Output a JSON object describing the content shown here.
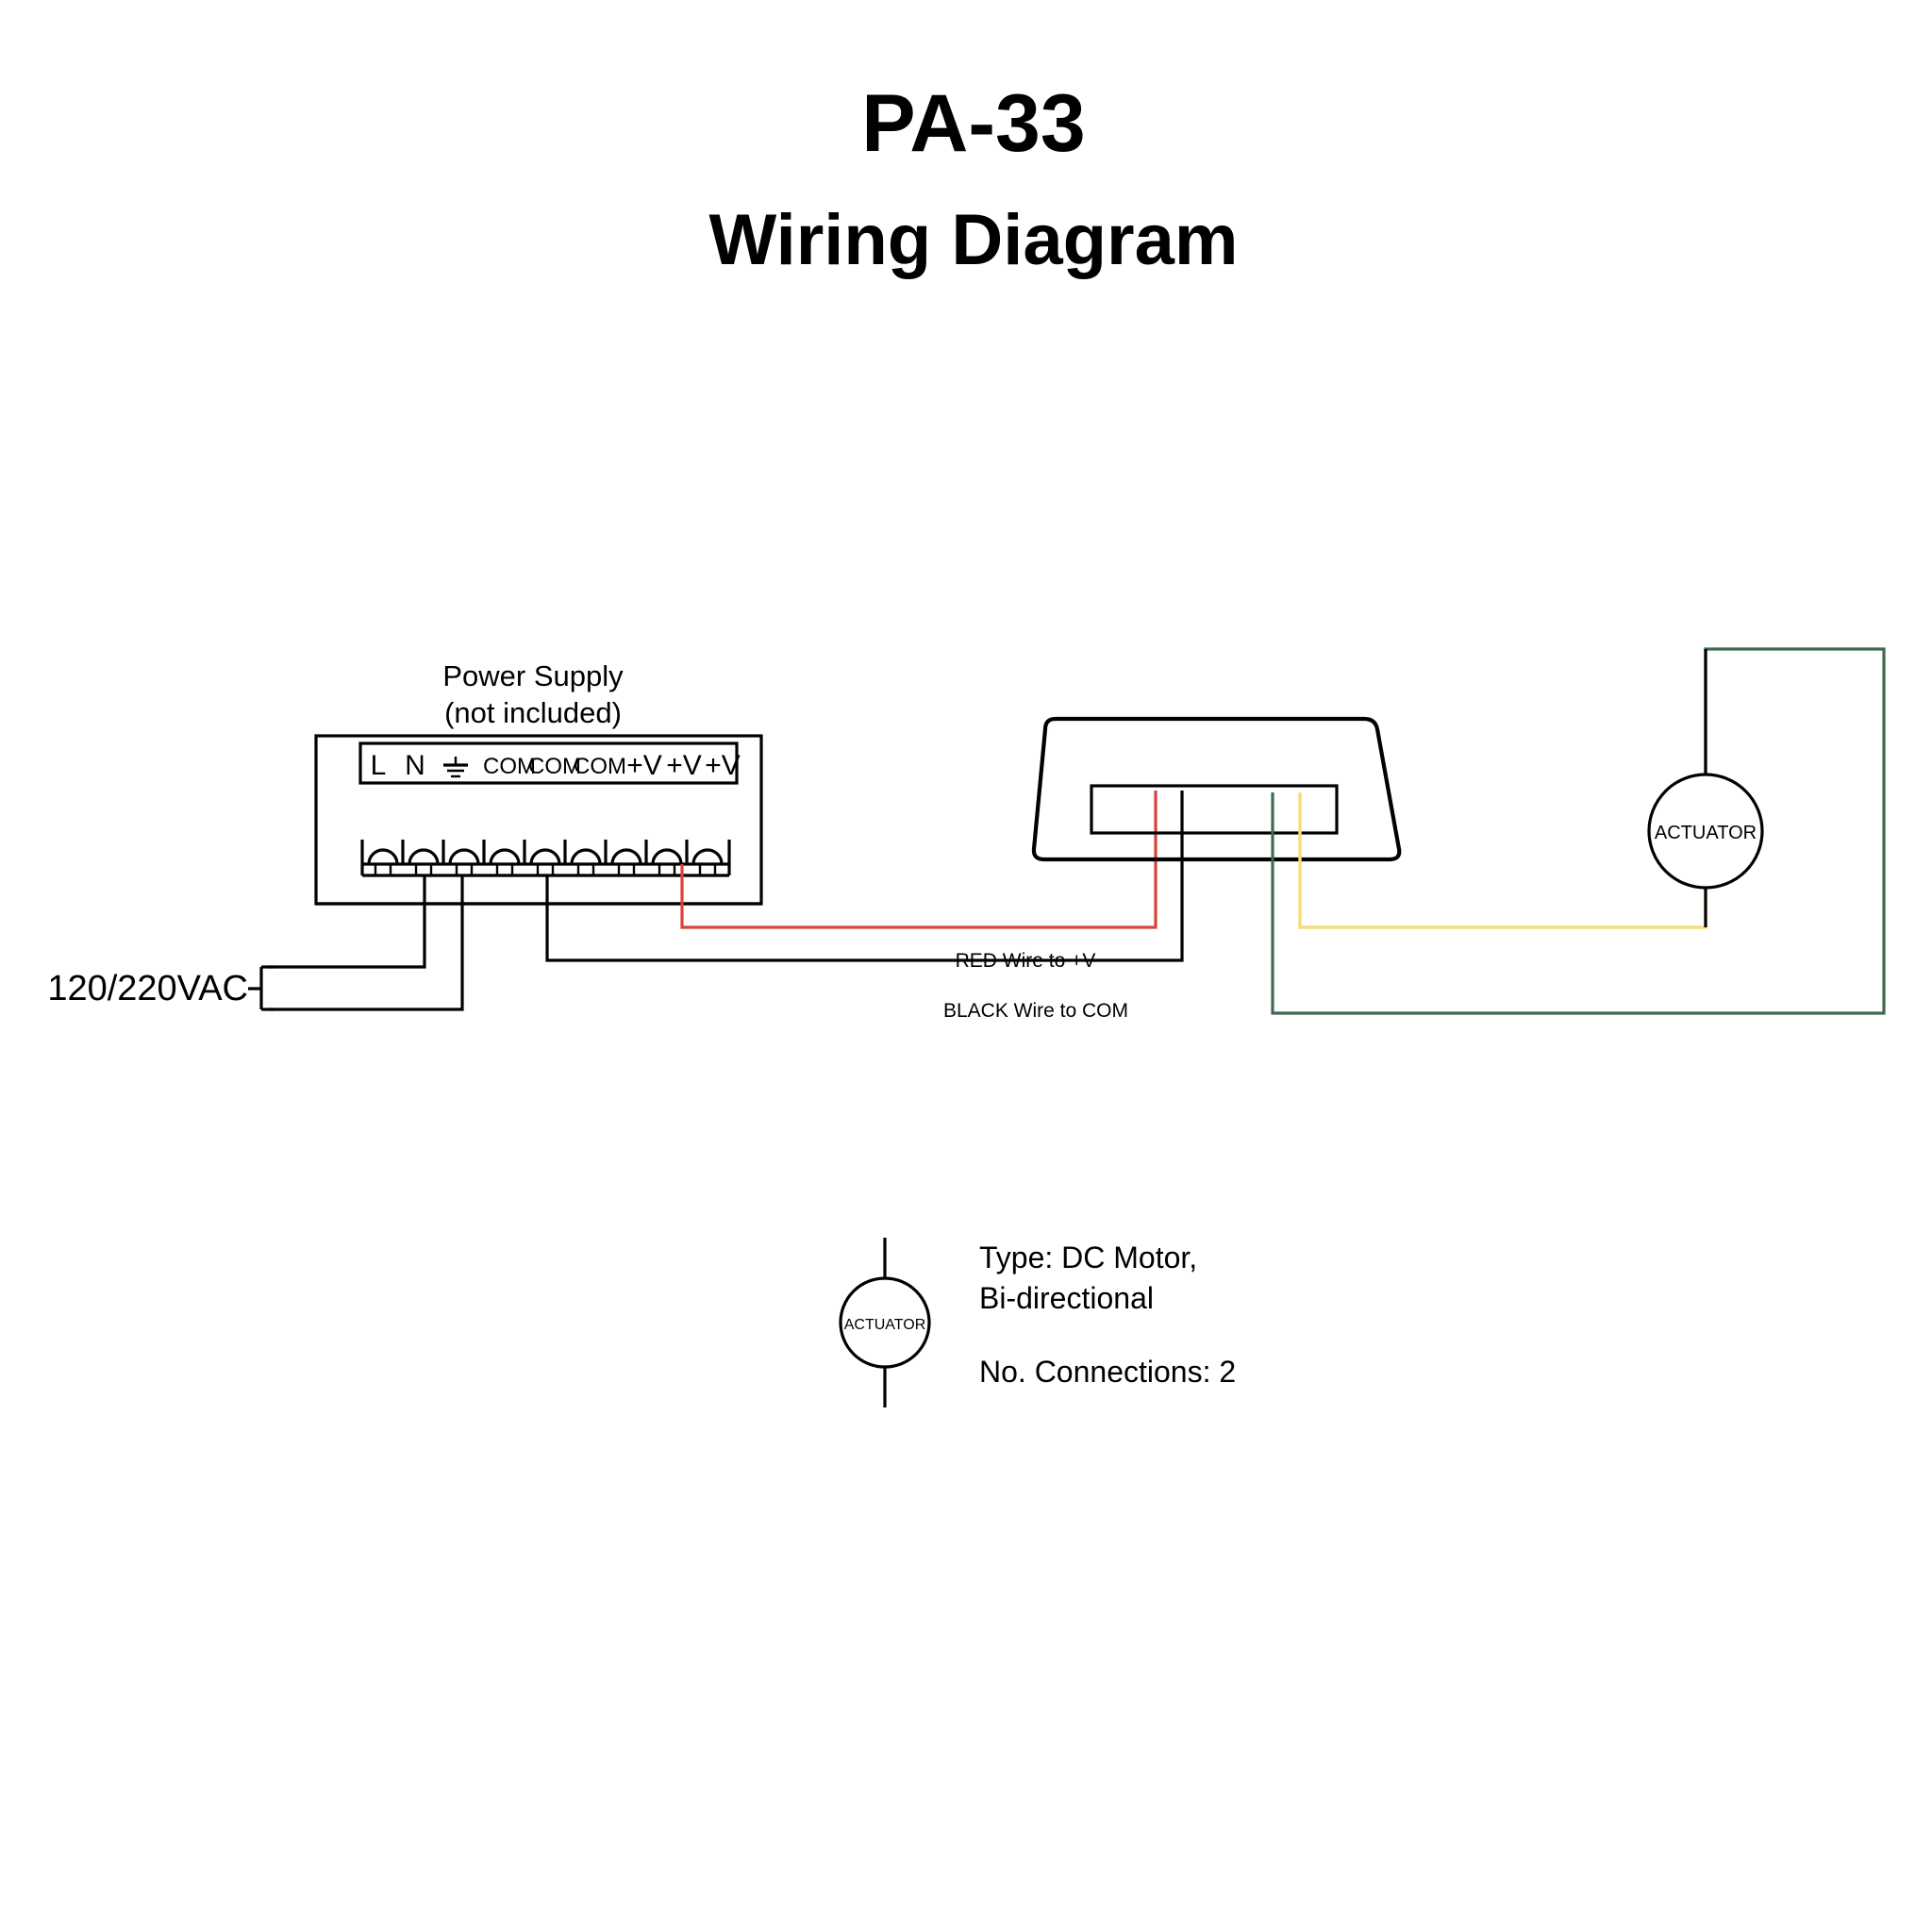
{
  "title": {
    "line1": "PA-33",
    "line2": "Wiring Diagram"
  },
  "power_supply": {
    "label_line1": "Power Supply",
    "label_line2": "(not included)",
    "terminals": [
      {
        "label": "L",
        "size": "big"
      },
      {
        "label": "N",
        "size": "big"
      },
      {
        "label": "earth-ground-symbol",
        "size": "symbol"
      },
      {
        "label": "COM",
        "size": "small"
      },
      {
        "label": "COM",
        "size": "small"
      },
      {
        "label": "COM",
        "size": "small"
      },
      {
        "label": "+V",
        "size": "big"
      },
      {
        "label": "+V",
        "size": "big"
      },
      {
        "label": "+V",
        "size": "big"
      }
    ],
    "terminal_count": 9
  },
  "ac_input": {
    "label": "120/220VAC"
  },
  "wire_labels": {
    "red": "RED Wire to +V",
    "black": "BLACK Wire to COM"
  },
  "actuator": {
    "label": "ACTUATOR"
  },
  "legend": {
    "symbol_label": "ACTUATOR",
    "type_line1": "Type: DC Motor,",
    "type_line2": "Bi-directional",
    "connections": "No. Connections: 2"
  },
  "colors": {
    "wire_red": "#d6443b",
    "wire_black": "#000000",
    "wire_green": "#3e6b4f",
    "wire_yellow": "#f6dd78",
    "outline": "#000000",
    "background": "#ffffff"
  }
}
